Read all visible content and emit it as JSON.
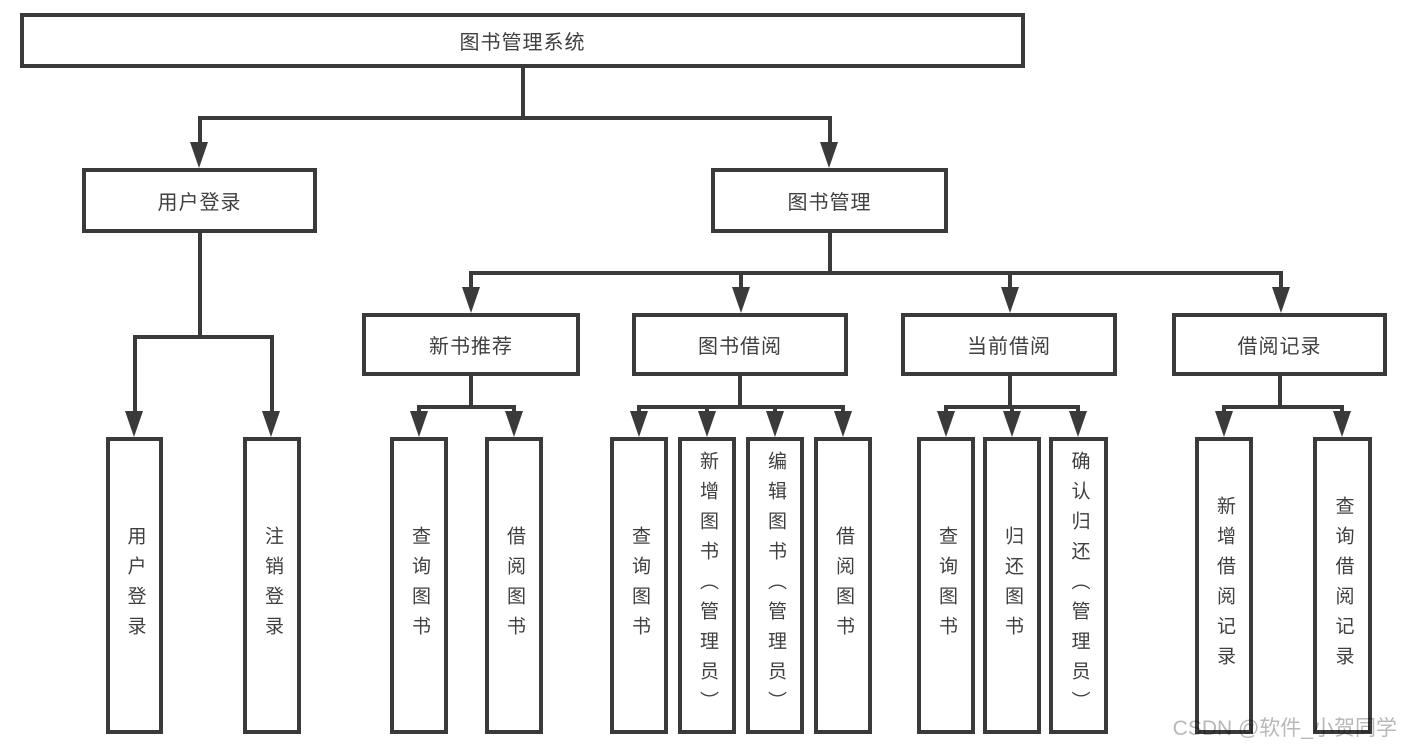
{
  "diagram": {
    "title": "图书管理系统",
    "root": {
      "label": "图书管理系统",
      "children": [
        {
          "label": "用户登录",
          "children": [
            {
              "label": "用户登录"
            },
            {
              "label": "注销登录"
            }
          ]
        },
        {
          "label": "图书管理",
          "children": [
            {
              "label": "新书推荐",
              "children": [
                {
                  "label": "查询图书"
                },
                {
                  "label": "借阅图书"
                }
              ]
            },
            {
              "label": "图书借阅",
              "children": [
                {
                  "label": "查询图书"
                },
                {
                  "label": "新增图书（管理员）"
                },
                {
                  "label": "编辑图书（管理员）"
                },
                {
                  "label": "借阅图书"
                }
              ]
            },
            {
              "label": "当前借阅",
              "children": [
                {
                  "label": "查询图书"
                },
                {
                  "label": "归还图书"
                },
                {
                  "label": "确认归还（管理员）"
                }
              ]
            },
            {
              "label": "借阅记录",
              "children": [
                {
                  "label": "新增借阅记录"
                },
                {
                  "label": "查询借阅记录"
                }
              ]
            }
          ]
        }
      ]
    }
  },
  "watermark": {
    "text": "CSDN @软件_小贺同学"
  },
  "colors": {
    "line": "#3a3a3a",
    "text": "#3f3f3f",
    "background": "#ffffff",
    "watermark": "#b8b8b8"
  }
}
